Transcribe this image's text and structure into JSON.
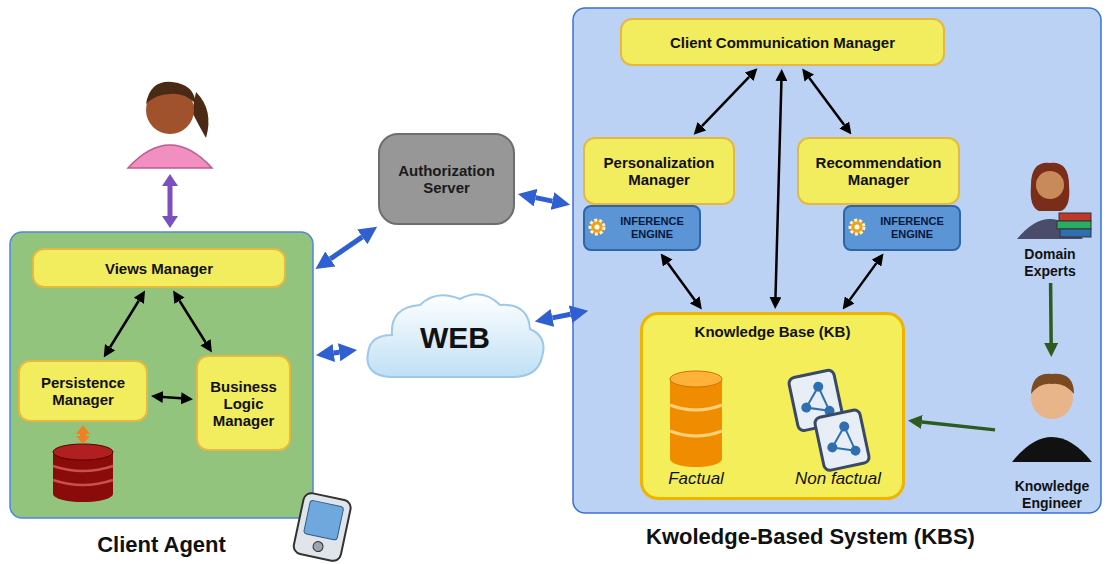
{
  "diagram": {
    "nodes": [
      {
        "text": [
          "Client Agent"
        ]
      },
      {
        "text": [
          "Views Manager"
        ],
        "in": 0
      },
      {
        "text": [
          "Persistence Manager"
        ],
        "in": 0
      },
      {
        "text": [
          "Business Logic Manager"
        ],
        "in": 0
      },
      {
        "text": [
          "Authorization Server"
        ]
      },
      {
        "text": [
          "WEB"
        ]
      },
      {
        "text": [
          "Kwoledge-Based System (KBS)"
        ]
      },
      {
        "text": [
          "Client Communication Manager"
        ],
        "in": 6
      },
      {
        "text": [
          "Personalization Manager"
        ],
        "in": 6
      },
      {
        "text": [
          "INFERENCE ENGINE"
        ],
        "in": 6
      },
      {
        "text": [
          "Recommendation Manager"
        ],
        "in": 6
      },
      {
        "text": [
          "INFERENCE ENGINE"
        ],
        "in": 6
      },
      {
        "text": [
          "Knowledge Base (KB)",
          "Factual",
          "Non factual"
        ],
        "in": 6
      },
      {
        "text": [
          "Domain Experts"
        ]
      },
      {
        "text": [
          "Knowledge Engineer"
        ]
      }
    ],
    "edges": [
      {
        "from": 1,
        "to": 2,
        "arrow": "both"
      },
      {
        "from": 1,
        "to": 3,
        "arrow": "both"
      },
      {
        "from": 2,
        "to": 3,
        "arrow": "both"
      },
      {
        "from": 0,
        "to": 4,
        "arrow": "both"
      },
      {
        "from": 0,
        "to": 5,
        "arrow": "both"
      },
      {
        "from": 4,
        "to": 6,
        "arrow": "both"
      },
      {
        "from": 5,
        "to": 6,
        "arrow": "both"
      },
      {
        "from": 7,
        "to": 8,
        "arrow": "both"
      },
      {
        "from": 7,
        "to": 10,
        "arrow": "both"
      },
      {
        "from": 7,
        "to": 12,
        "arrow": "both"
      },
      {
        "from": 9,
        "to": 12,
        "arrow": "both"
      },
      {
        "from": 11,
        "to": 12,
        "arrow": "both"
      },
      {
        "from": 13,
        "to": 14,
        "arrow": "to"
      },
      {
        "from": 14,
        "to": 12,
        "arrow": "to"
      }
    ]
  }
}
